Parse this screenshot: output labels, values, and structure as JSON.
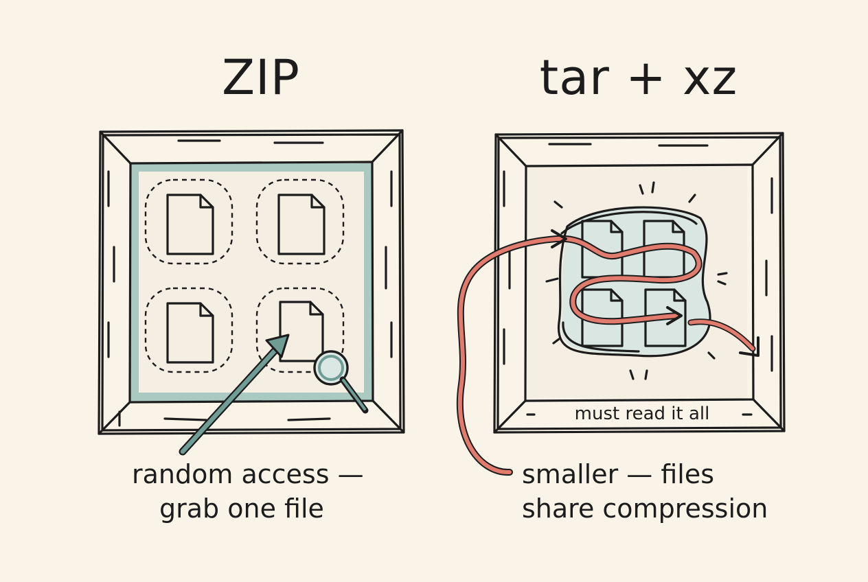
{
  "zip": {
    "title": "ZIP",
    "caption_line1": "random access —",
    "caption_line2": "grab one file",
    "panel_color": "#a9c9c1",
    "file_colors": [
      "#7fa8a1",
      "#d6ad45",
      "#d6ad45",
      "#f4f2ea"
    ],
    "arrow_color": "#6f9c95",
    "icons": [
      "file-icon",
      "file-icon",
      "file-icon",
      "file-icon",
      "magnifier-icon"
    ]
  },
  "tar": {
    "title": "tar + xz",
    "footer": "must read it all",
    "caption_line1": "smaller — files",
    "caption_line2": "share compression",
    "arrow_color": "#e17b6e",
    "file_colors": [
      "#f4f2ea",
      "#d6ad45",
      "#f4f2ea",
      "#f4f2ea"
    ],
    "icons": [
      "file-icon",
      "file-icon",
      "file-icon",
      "file-icon"
    ]
  },
  "colors": {
    "background": "#faf4e8",
    "ink": "#1c1c1c"
  }
}
